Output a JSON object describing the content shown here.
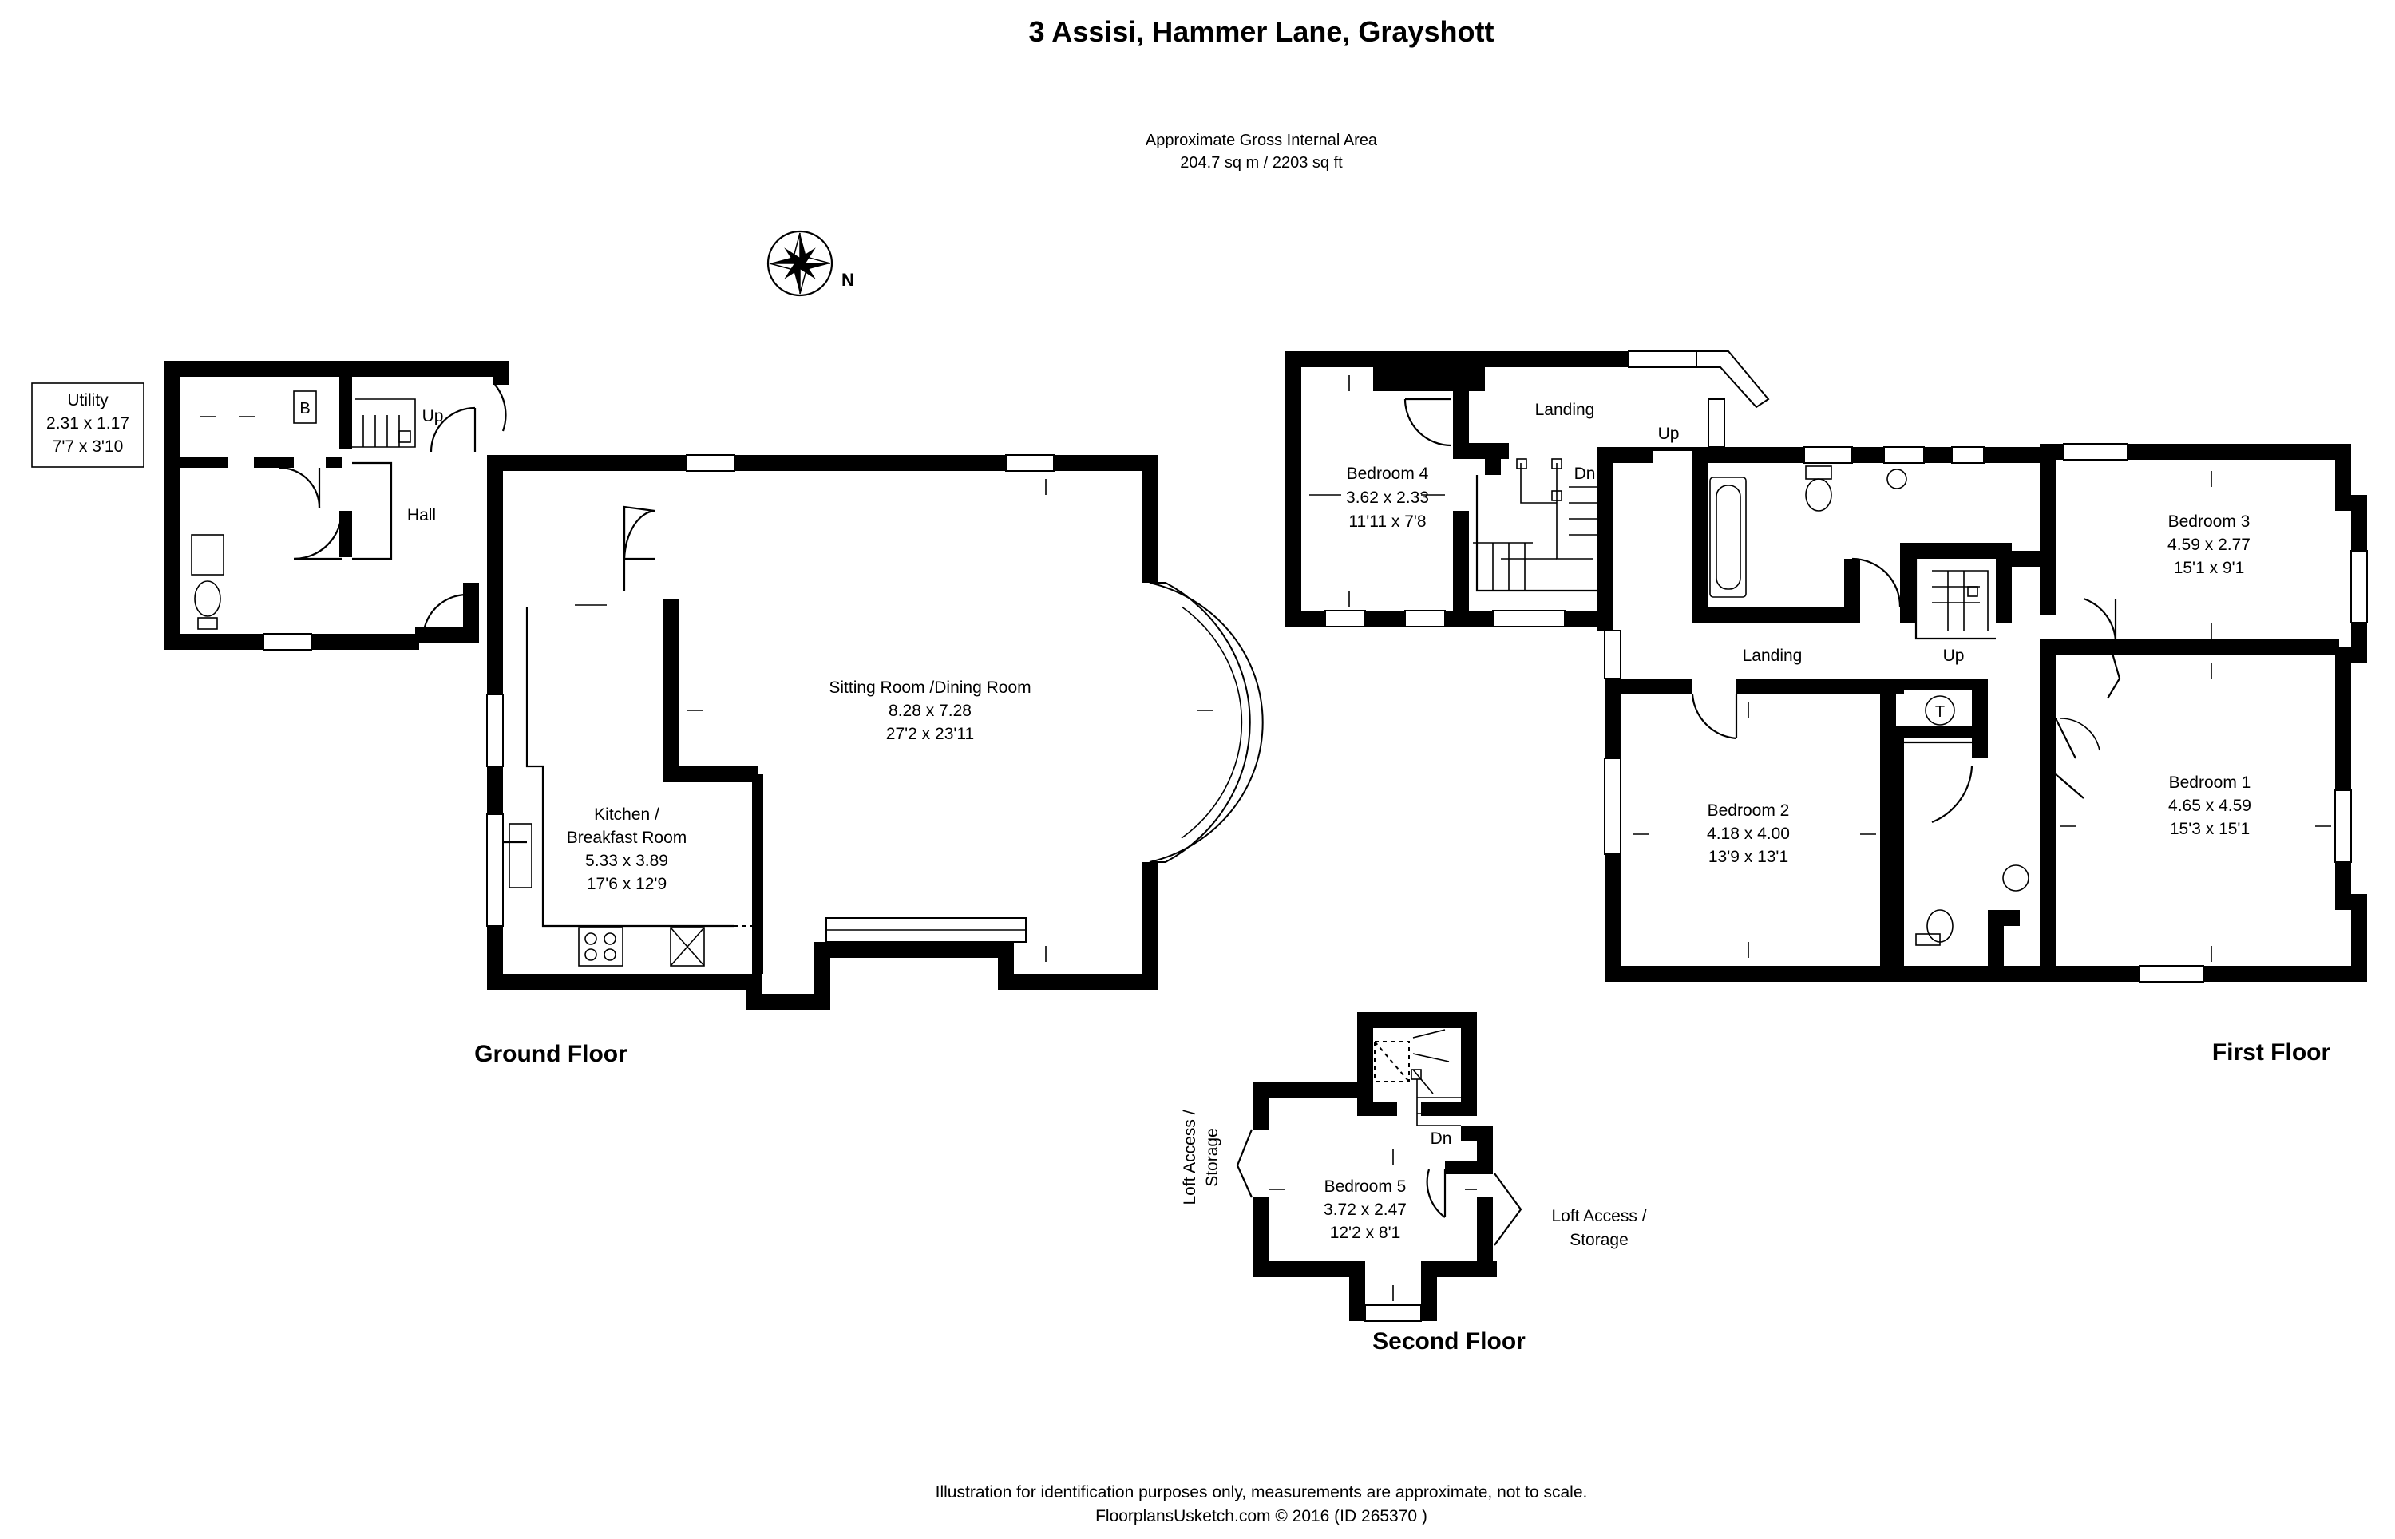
{
  "header": {
    "title": "3 Assisi, Hammer Lane, Grayshott",
    "area_caption": "Approximate Gross Internal Area",
    "area_value": "204.7 sq m / 2203 sq ft"
  },
  "compass": {
    "label": "N"
  },
  "floors": {
    "ground": "Ground Floor",
    "first": "First Floor",
    "second": "Second Floor"
  },
  "rooms": {
    "utility": {
      "name": "Utility",
      "metric": "2.31 x 1.17",
      "imperial": "7'7 x 3'10"
    },
    "hall": {
      "name": "Hall"
    },
    "sitting": {
      "name": "Sitting Room /Dining Room",
      "metric": "8.28 x 7.28",
      "imperial": "27'2 x 23'11"
    },
    "kitchen": {
      "name_line1": "Kitchen /",
      "name_line2": "Breakfast Room",
      "metric": "5.33 x 3.89",
      "imperial": "17'6 x 12'9"
    },
    "bedroom4": {
      "name": "Bedroom 4",
      "metric": "3.62 x 2.33",
      "imperial": "11'11 x 7'8"
    },
    "bedroom3": {
      "name": "Bedroom 3",
      "metric": "4.59 x 2.77",
      "imperial": "15'1 x 9'1"
    },
    "bedroom2": {
      "name": "Bedroom 2",
      "metric": "4.18 x 4.00",
      "imperial": "13'9 x 13'1"
    },
    "bedroom1": {
      "name": "Bedroom 1",
      "metric": "4.65 x 4.59",
      "imperial": "15'3 x 15'1"
    },
    "bedroom5": {
      "name": "Bedroom 5",
      "metric": "3.72 x 2.47",
      "imperial": "12'2 x 8'1"
    },
    "landing_upper": {
      "name": "Landing"
    },
    "landing_lower": {
      "name": "Landing"
    }
  },
  "stairs": {
    "ground_up": "Up",
    "first_up_top": "Up",
    "first_dn": "Dn",
    "first_up_bottom": "Up",
    "second_dn": "Dn"
  },
  "fixtures": {
    "boiler": "B",
    "tank": "T"
  },
  "loft": {
    "left_line1": "Loft Access /",
    "left_line2": "Storage",
    "right_line1": "Loft Access /",
    "right_line2": "Storage"
  },
  "footer": {
    "line1": "Illustration for identification purposes only, measurements are approximate, not to scale.",
    "line2": "FloorplansUsketch.com © 2016 (ID 265370 )"
  }
}
